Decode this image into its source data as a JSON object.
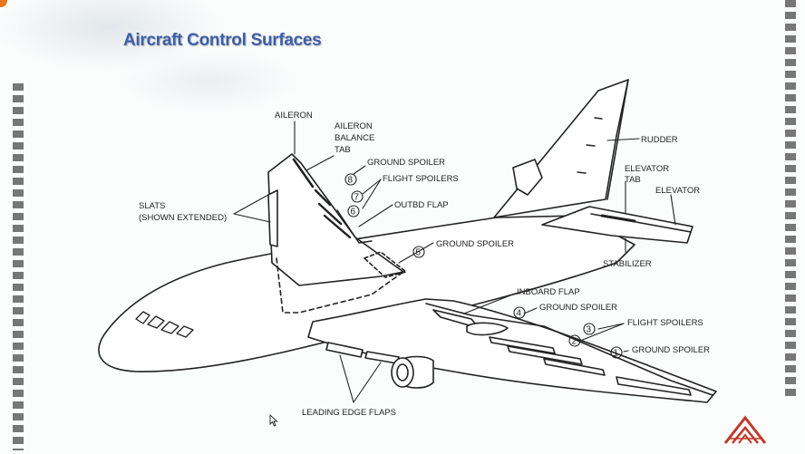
{
  "slide": {
    "title": "Aircraft Control Surfaces"
  },
  "diagram": {
    "labels": {
      "aileron": "AILERON",
      "aileron_balance_tab_1": "AILERON",
      "aileron_balance_tab_2": "BALANCE",
      "aileron_balance_tab_3": "TAB",
      "ground_spoiler_8": "GROUND SPOILER",
      "flight_spoilers_7_6": "FLIGHT SPOILERS",
      "outbd_flap": "OUTBD FLAP",
      "slats_1": "SLATS",
      "slats_2": "(SHOWN EXTENDED)",
      "ground_spoiler_5": "GROUND SPOILER",
      "rudder": "RUDDER",
      "elevator_tab_1": "ELEVATOR",
      "elevator_tab_2": "TAB",
      "elevator": "ELEVATOR",
      "stabilizer": "STABILIZER",
      "inboard_flap": "INBOARD FLAP",
      "ground_spoiler_4": "GROUND SPOILER",
      "flight_spoilers_3_2": "FLIGHT SPOILERS",
      "ground_spoiler_1": "GROUND SPOILER",
      "leading_edge_flaps": "LEADING EDGE FLAPS"
    },
    "numbers": {
      "n1": "1",
      "n2": "2",
      "n3": "3",
      "n4": "4",
      "n5": "5",
      "n6": "6",
      "n7": "7",
      "n8": "8"
    }
  },
  "colors": {
    "title": "#3d5fa8",
    "accent": "#e8771e",
    "logo": "#c0392b",
    "stripe": "#777777"
  },
  "icons": {
    "cursor": "arrow-cursor-icon",
    "logo": "mountain-logo-icon"
  }
}
